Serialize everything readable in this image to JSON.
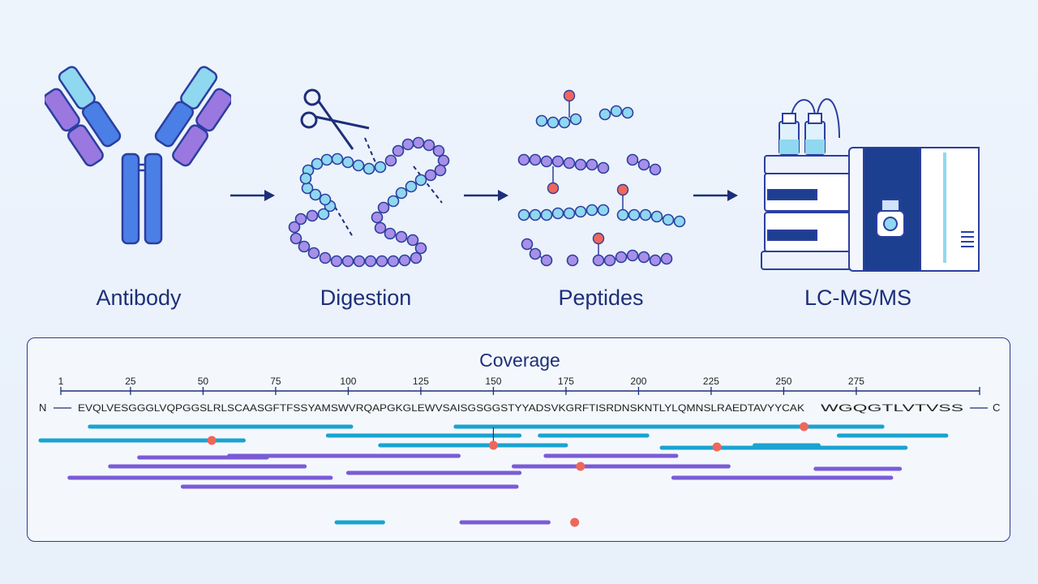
{
  "stages": [
    {
      "label": "Antibody"
    },
    {
      "label": "Digestion"
    },
    {
      "label": "Peptides"
    },
    {
      "label": "LC-MS/MS"
    }
  ],
  "coverage": {
    "title": "Coverage",
    "n_label": "N",
    "c_label": "C",
    "ticks": [
      1,
      25,
      50,
      75,
      100,
      125,
      150,
      175,
      200,
      225,
      250,
      275
    ],
    "sequence_main": "EVQLVESGGGLVQPGGSLRLSCAASGFTFSSYAMSWVRQAPGKGLEWVSAISGSGGSTYYADSVKGRFTISRDNSKNTLYLQMNSLRAEDTAVYYCAK",
    "sequence_tail": "WGQGTLVTVSS",
    "colors": {
      "cyan": "#1aa3d1",
      "purple": "#7b5bd6",
      "mod": "#f0665a",
      "axis": "#1d2f7a"
    },
    "peptides_cyan": [
      [
        11,
        101
      ],
      [
        137,
        284
      ],
      [
        -6,
        64
      ],
      [
        93,
        159
      ],
      [
        111,
        163
      ],
      [
        166,
        203
      ],
      [
        240,
        262
      ],
      [
        208,
        292
      ],
      [
        269,
        306
      ],
      [
        96,
        112
      ],
      [
        151,
        175
      ]
    ],
    "peptides_purple": [
      [
        28,
        72
      ],
      [
        18,
        85
      ],
      [
        59,
        89
      ],
      [
        71,
        138
      ],
      [
        4,
        94
      ],
      [
        100,
        159
      ],
      [
        43,
        158
      ],
      [
        168,
        213
      ],
      [
        157,
        231
      ],
      [
        261,
        290
      ],
      [
        212,
        287
      ],
      [
        139,
        169
      ]
    ],
    "modifications": [
      53,
      150,
      180,
      227,
      257,
      178
    ],
    "mod_rows": [
      2,
      2,
      4,
      2,
      0,
      7
    ]
  }
}
